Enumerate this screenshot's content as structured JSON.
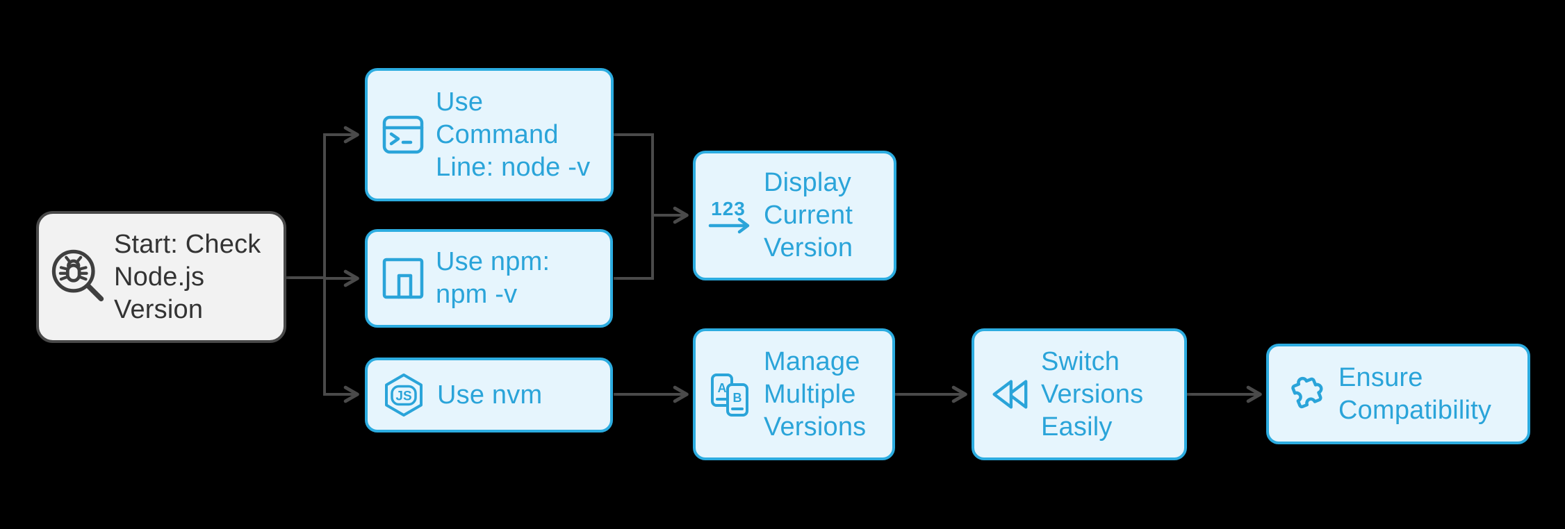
{
  "diagram": {
    "type": "flowchart",
    "background_color": "#000000",
    "colors": {
      "node_fill": "#e6f5fd",
      "node_border": "#2cace0",
      "node_text": "#2aa4d9",
      "start_fill": "#f2f2f2",
      "start_border": "#494949",
      "start_text": "#333333",
      "edge": "#4a4a4a"
    },
    "nodes": {
      "start": {
        "label": "Start: Check\nNode.js\nVersion",
        "icon": "bug-search-icon"
      },
      "use_command_line": {
        "label": "Use\nCommand\nLine: node -v",
        "icon": "terminal-icon"
      },
      "use_npm": {
        "label": "Use npm:\nnpm -v",
        "icon": "npm-icon"
      },
      "use_nvm": {
        "label": "Use nvm",
        "icon": "nodejs-hexagon-icon"
      },
      "display_current_version": {
        "label": "Display\nCurrent\nVersion",
        "icon": "numbers-arrow-icon"
      },
      "manage_multiple_versions": {
        "label": "Manage\nMultiple\nVersions",
        "icon": "ab-phones-icon"
      },
      "switch_versions_easily": {
        "label": "Switch\nVersions\nEasily",
        "icon": "rewind-icon"
      },
      "ensure_compatibility": {
        "label": "Ensure\nCompatibility",
        "icon": "puzzle-icon"
      }
    },
    "icon_glyphs": {
      "nodejs_badge_text": "JS",
      "display_digits": "123",
      "phone_a_letter": "A",
      "phone_b_letter": "B"
    },
    "edges": [
      {
        "from": "start",
        "to": "use_command_line"
      },
      {
        "from": "start",
        "to": "use_npm"
      },
      {
        "from": "start",
        "to": "use_nvm"
      },
      {
        "from": "use_command_line",
        "to": "display_current_version"
      },
      {
        "from": "use_npm",
        "to": "display_current_version"
      },
      {
        "from": "use_nvm",
        "to": "manage_multiple_versions"
      },
      {
        "from": "manage_multiple_versions",
        "to": "switch_versions_easily"
      },
      {
        "from": "switch_versions_easily",
        "to": "ensure_compatibility"
      }
    ]
  }
}
